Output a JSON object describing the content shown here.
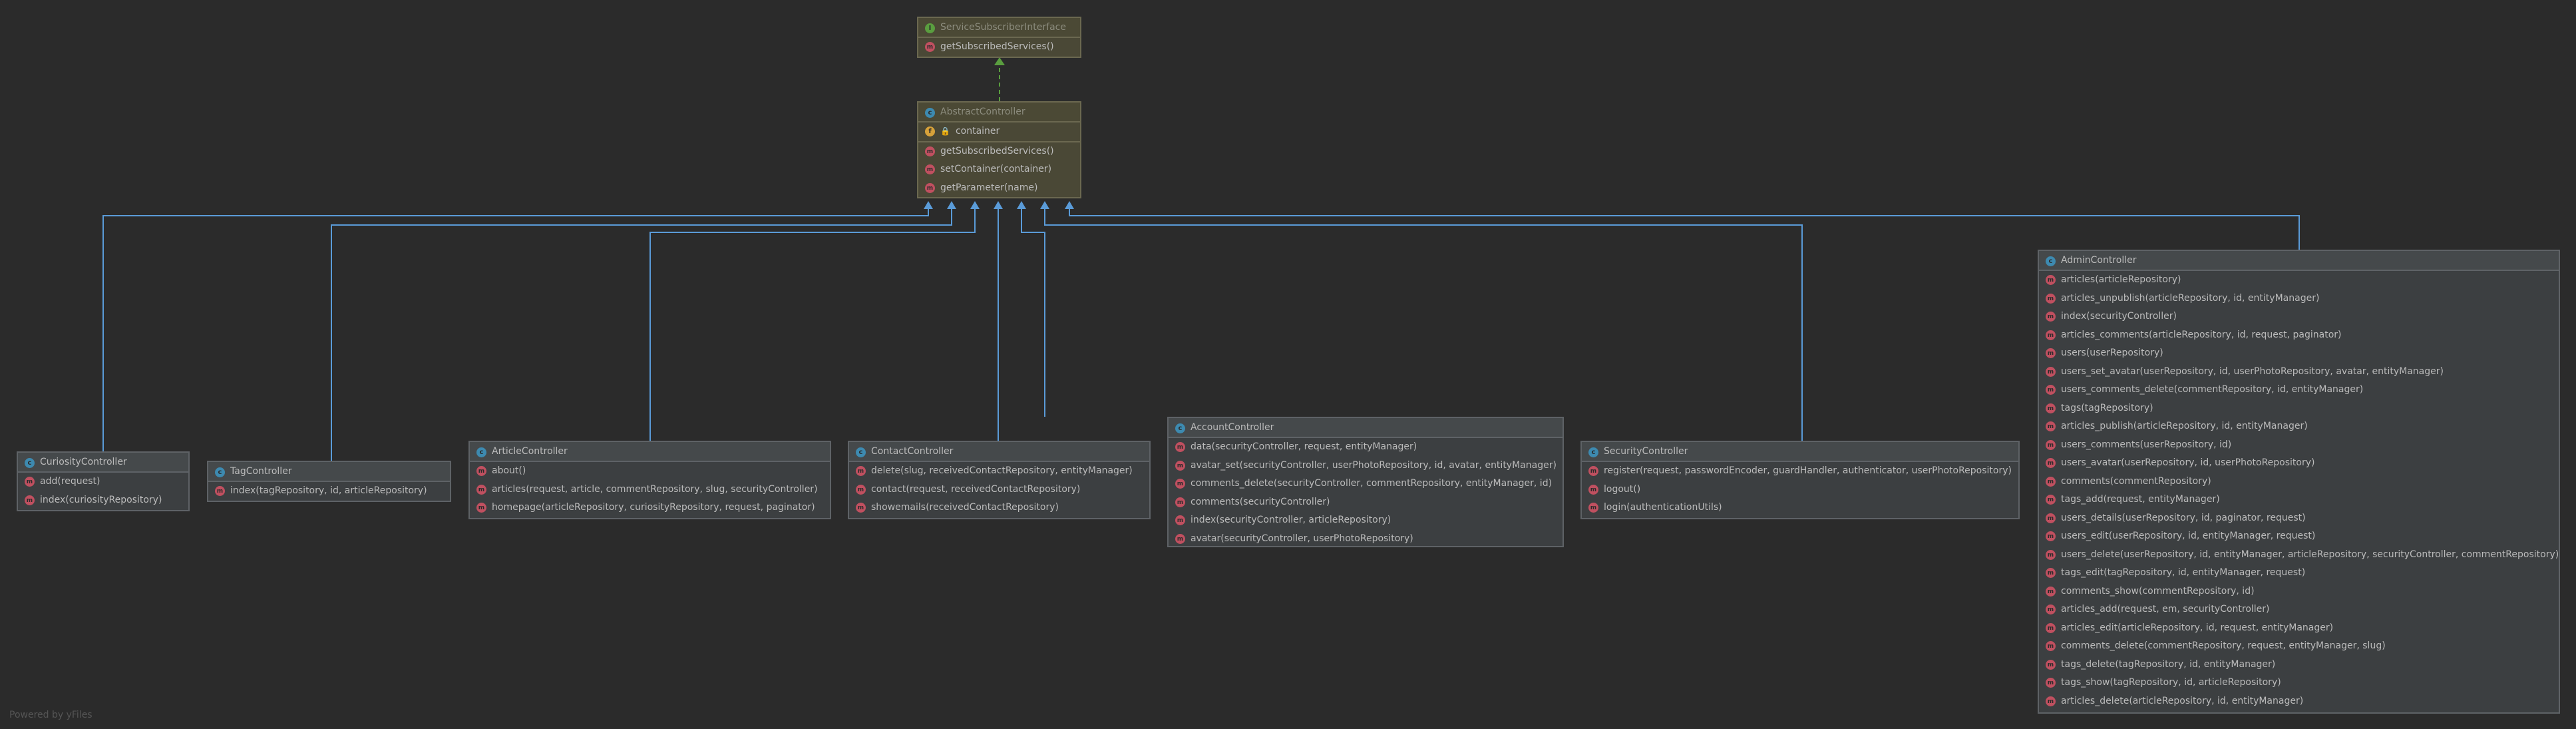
{
  "diagram": {
    "footer": "Powered by yFiles",
    "colors": {
      "background": "#2b2b2b",
      "node_bg": "#3c3f41",
      "interface_bg": "#4a4836",
      "edge_inherit": "#5a9bd8",
      "edge_implement": "#5a9e3f"
    },
    "classes": {
      "service_subscriber_interface": {
        "name": "ServiceSubscriberInterface",
        "methods": [
          "getSubscribedServices()"
        ]
      },
      "abstract_controller": {
        "name": "AbstractController",
        "fields": [
          "container"
        ],
        "methods": [
          "getSubscribedServices()",
          "setContainer(container)",
          "getParameter(name)"
        ]
      },
      "curiosity_controller": {
        "name": "CuriosityController",
        "methods": [
          "add(request)",
          "index(curiosityRepository)"
        ]
      },
      "tag_controller": {
        "name": "TagController",
        "methods": [
          "index(tagRepository, id, articleRepository)"
        ]
      },
      "article_controller": {
        "name": "ArticleController",
        "methods": [
          "about()",
          "articles(request, article, commentRepository, slug, securityController)",
          "homepage(articleRepository, curiosityRepository, request, paginator)"
        ]
      },
      "contact_controller": {
        "name": "ContactController",
        "methods": [
          "delete(slug, receivedContactRepository, entityManager)",
          "contact(request, receivedContactRepository)",
          "showemails(receivedContactRepository)"
        ]
      },
      "account_controller": {
        "name": "AccountController",
        "methods": [
          "data(securityController, request, entityManager)",
          "avatar_set(securityController, userPhotoRepository, id, avatar, entityManager)",
          "comments_delete(securityController, commentRepository, entityManager, id)",
          "comments(securityController)",
          "index(securityController, articleRepository)",
          "avatar(securityController, userPhotoRepository)"
        ]
      },
      "security_controller": {
        "name": "SecurityController",
        "methods": [
          "register(request, passwordEncoder, guardHandler, authenticator, userPhotoRepository)",
          "logout()",
          "login(authenticationUtils)"
        ]
      },
      "admin_controller": {
        "name": "AdminController",
        "methods": [
          "articles(articleRepository)",
          "articles_unpublish(articleRepository, id, entityManager)",
          "index(securityController)",
          "articles_comments(articleRepository, id, request, paginator)",
          "users(userRepository)",
          "users_set_avatar(userRepository, id, userPhotoRepository, avatar, entityManager)",
          "users_comments_delete(commentRepository, id, entityManager)",
          "tags(tagRepository)",
          "articles_publish(articleRepository, id, entityManager)",
          "users_comments(userRepository, id)",
          "users_avatar(userRepository, id, userPhotoRepository)",
          "comments(commentRepository)",
          "tags_add(request, entityManager)",
          "users_details(userRepository, id, paginator, request)",
          "users_edit(userRepository, id, entityManager, request)",
          "users_delete(userRepository, id, entityManager, articleRepository, securityController, commentRepository)",
          "tags_edit(tagRepository, id, entityManager, request)",
          "comments_show(commentRepository, id)",
          "articles_add(request, em, securityController)",
          "articles_edit(articleRepository, id, request, entityManager)",
          "comments_delete(commentRepository, request, entityManager, slug)",
          "tags_delete(tagRepository, id, entityManager)",
          "tags_show(tagRepository, id, articleRepository)",
          "articles_delete(articleRepository, id, entityManager)"
        ]
      }
    }
  }
}
